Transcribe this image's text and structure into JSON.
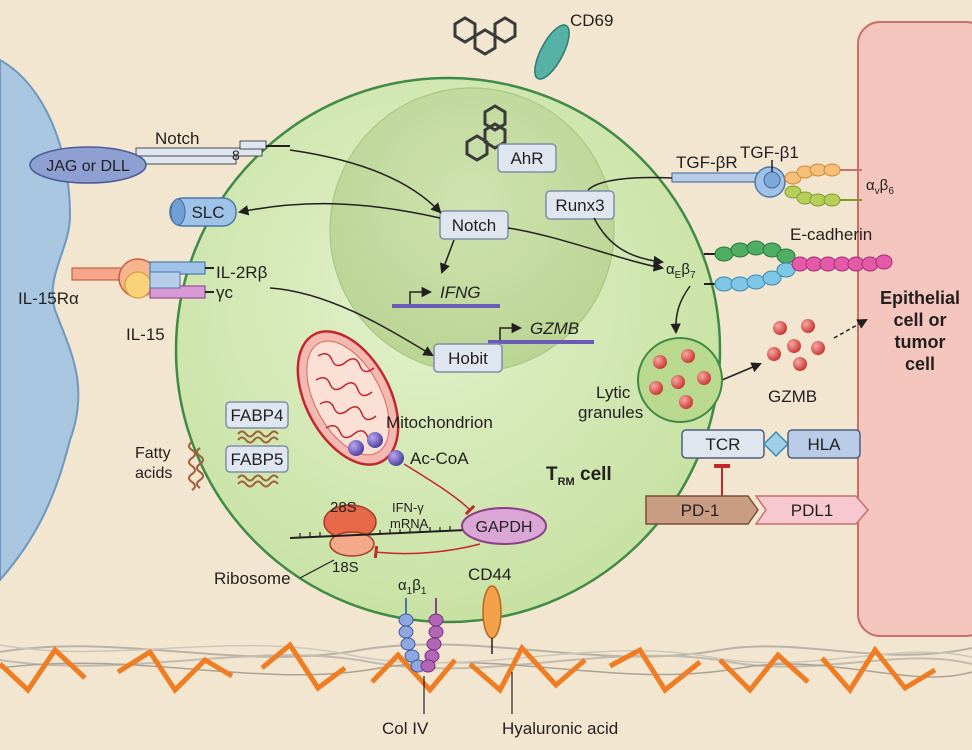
{
  "labels": {
    "cd69": "CD69",
    "notch_receptor": "Notch",
    "jag_dll": "JAG or DLL",
    "ahr": "AhR",
    "tgf_b1": "TGF-β1",
    "tgf_br": "TGF-βR",
    "avb6_a": "α",
    "avb6_v": "v",
    "avb6_b": "β",
    "avb6_6": "6",
    "slc": "SLC",
    "notch_box": "Notch",
    "runx3": "Runx3",
    "e_cadherin": "E-cadherin",
    "aeb7_a": "α",
    "aeb7_e": "E",
    "aeb7_b": "β",
    "aeb7_7": "7",
    "il15ra": "IL-15Rα",
    "il2rb": "IL-2Rβ",
    "gamma_c": "γc",
    "il15": "IL-15",
    "ifng": "IFNG",
    "gzmb_gene": "GZMB",
    "hobit": "Hobit",
    "epithelial_1": "Epithelial",
    "epithelial_2": "cell or",
    "epithelial_3": "tumor",
    "epithelial_4": "cell",
    "fabp4": "FABP4",
    "fabp5": "FABP5",
    "fatty_1": "Fatty",
    "fatty_2": "acids",
    "mitochondrion": "Mitochondrion",
    "ac_coa": "Ac-CoA",
    "lytic_1": "Lytic",
    "lytic_2": "granules",
    "gzmb_granules": "GZMB",
    "tcr": "TCR",
    "hla": "HLA",
    "trm_t": "T",
    "trm_rm": "RM",
    "trm_cell": " cell",
    "pd1": "PD-1",
    "pdl1": "PDL1",
    "s28": "28S",
    "s18": "18S",
    "ifn_1": "IFN-γ",
    "ifn_2": "mRNA",
    "gapdh": "GAPDH",
    "ribosome": "Ribosome",
    "a1b1_a": "α",
    "a1b1_1": "1",
    "a1b1_b": "β",
    "a1b1_1b": "1",
    "cd44": "CD44",
    "col_iv": "Col IV",
    "hyaluronic": "Hyaluronic acid"
  },
  "colors": {
    "background": "#f2e6d0",
    "cell_fill": "#d4e9b5",
    "nucleus_fill": "#c4dca2",
    "cell_edge": "#3f8a45",
    "left_cell": "#a8c6df",
    "epithelial_cell": "#f4c6bd",
    "epithelial_edge": "#c9706b",
    "box_fill": "#dfe6ef",
    "granule": "#d94a45",
    "collagen": "#ef7d24",
    "gene_bar": "#6b5bb8",
    "inhibition": "#c4262e"
  }
}
